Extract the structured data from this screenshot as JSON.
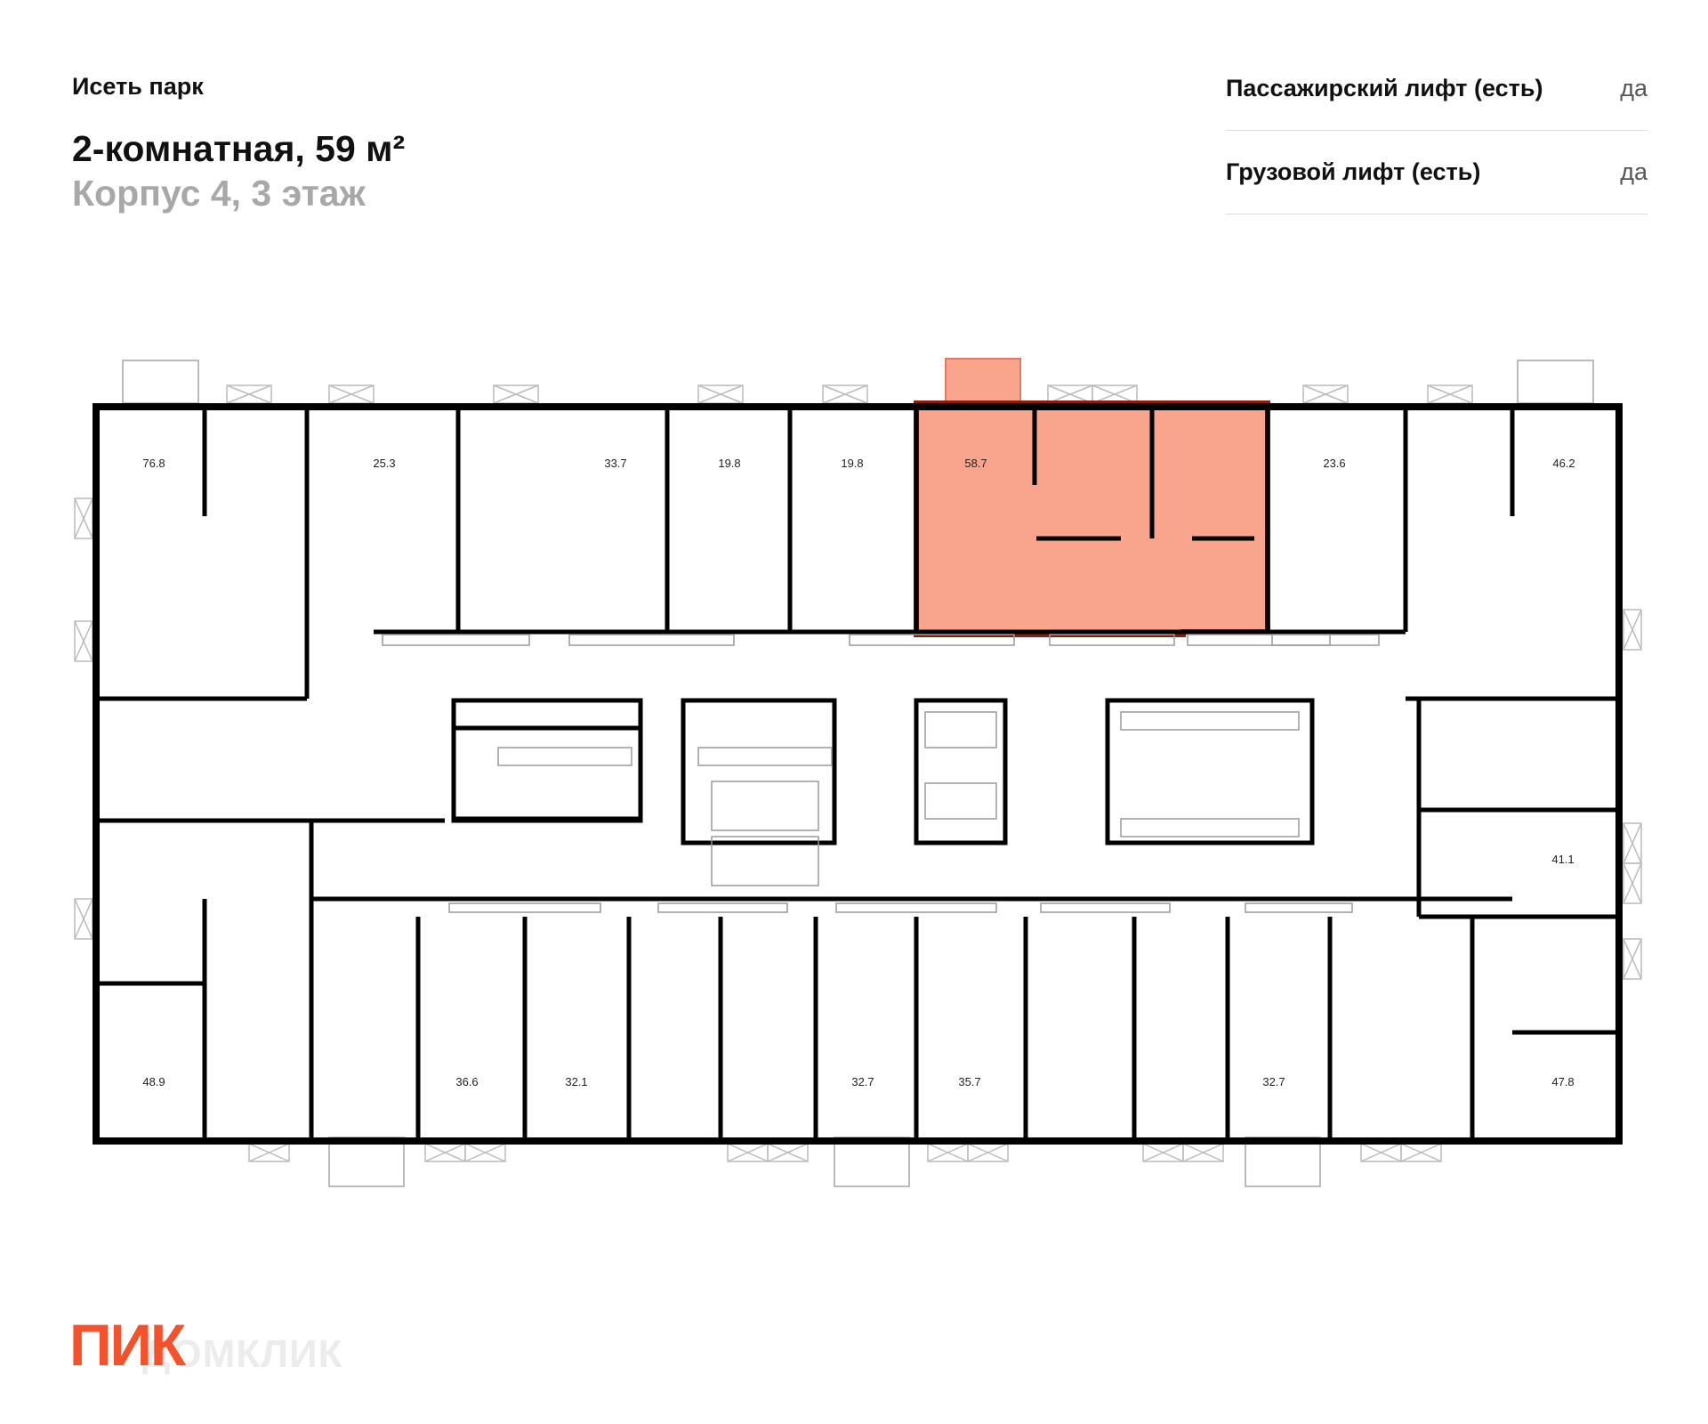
{
  "header": {
    "project": "Исеть парк",
    "apartment_title": "2-комнатная, 59 м²",
    "building_floor": "Корпус 4, 3 этаж"
  },
  "specs": [
    {
      "label": "Пассажирский лифт (есть)",
      "value": "да"
    },
    {
      "label": "Грузовой лифт (есть)",
      "value": "да"
    }
  ],
  "plan": {
    "highlight_color": "#f9a48d",
    "highlight_stroke": "#8b1d10",
    "apartments_top": [
      {
        "area": "76.8",
        "selected": false
      },
      {
        "area": "25.3",
        "selected": false
      },
      {
        "area": "33.7",
        "selected": false
      },
      {
        "area": "19.8",
        "selected": false
      },
      {
        "area": "19.8",
        "selected": false
      },
      {
        "area": "58.7",
        "selected": true
      },
      {
        "area": "23.6",
        "selected": false
      },
      {
        "area": "46.2",
        "selected": false
      }
    ],
    "apartments_right": [
      {
        "area": "41.1",
        "selected": false
      }
    ],
    "apartments_bottom": [
      {
        "area": "48.9",
        "selected": false
      },
      {
        "area": "36.6",
        "selected": false
      },
      {
        "area": "32.1",
        "selected": false
      },
      {
        "area": "32.7",
        "selected": false
      },
      {
        "area": "35.7",
        "selected": false
      },
      {
        "area": "32.7",
        "selected": false
      },
      {
        "area": "47.8",
        "selected": false
      }
    ]
  },
  "logo": {
    "brand": "ПИК",
    "watermark": "ДОМКЛИК",
    "brand_color": "#f5512a"
  }
}
